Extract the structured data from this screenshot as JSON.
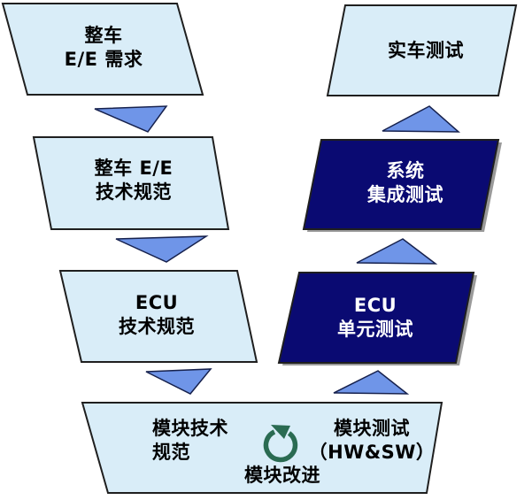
{
  "colors": {
    "background": "#ffffff",
    "light_box_fill": "#d9edf8",
    "light_box_border": "#1f1f1f",
    "dark_box_fill": "#0a0a72",
    "dark_box_text": "#ffffff",
    "arrow_fill": "#6f95e8",
    "arrow_border": "#16214d",
    "loop_icon_color": "#2a6b52",
    "shadow": "#9a9a9a",
    "text": "#000000"
  },
  "boxes": {
    "vehicle_ee_requirements": {
      "line1": "整车",
      "line2": "E/E 需求"
    },
    "vehicle_ee_spec": {
      "line1": "整车 E/E",
      "line2": "技术规范"
    },
    "ecu_spec": {
      "line1": "ECU",
      "line2": "技术规范"
    },
    "real_vehicle_test": {
      "line1": "实车测试"
    },
    "system_integration_test": {
      "line1": "系统",
      "line2": "集成测试"
    },
    "ecu_unit_test": {
      "line1": "ECU",
      "line2": "单元测试"
    },
    "module_stage": {
      "spec_line1": "模块技术",
      "spec_line2": "规范",
      "test_line1": "模块测试",
      "test_line2": "（HW&SW）",
      "improve": "模块改进",
      "loop_icon": "counterclockwise-rotation-arrow"
    }
  }
}
